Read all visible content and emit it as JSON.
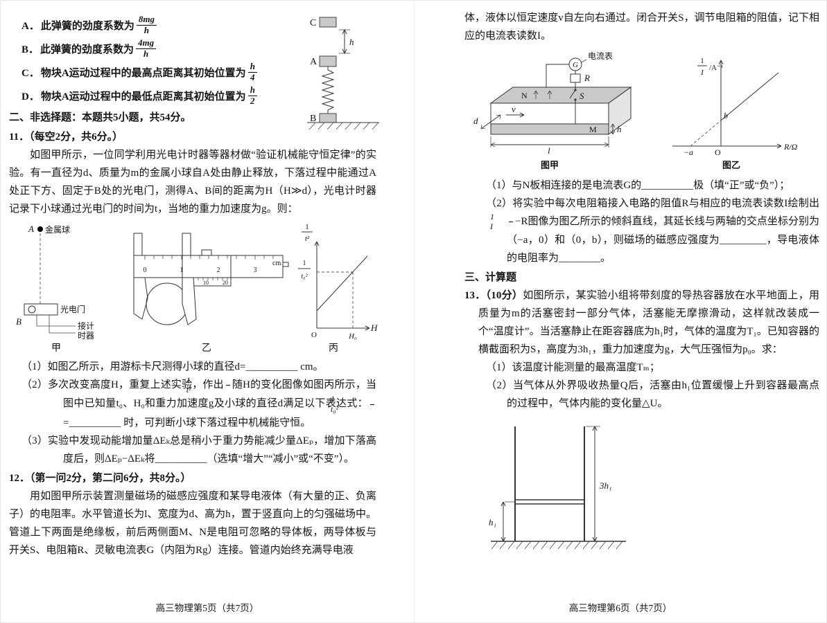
{
  "page_left": {
    "options": [
      {
        "label": "A．",
        "text": "此弹簧的劲度系数为",
        "num": "8mg",
        "den": "h"
      },
      {
        "label": "B．",
        "text": "此弹簧的劲度系数为",
        "num": "4mg",
        "den": "h"
      },
      {
        "label": "C．",
        "text": "物块A运动过程中的最高点距离其初始位置为",
        "num": "h",
        "den": "4"
      },
      {
        "label": "D．",
        "text": "物块A运动过程中的最低点距离其初始位置为",
        "num": "h",
        "den": "2"
      }
    ],
    "spring_figure": {
      "block_c": "C",
      "dim_h": "h",
      "block_a": "A",
      "block_b": "B"
    },
    "section2_heading": "二、非选择题：本题共5小题，共54分。",
    "q11": {
      "heading": "11．（每空2分，共6分。）",
      "intro": "如图甲所示，一位同学利用光电计时器等器材做“验证机械能守恒定律”的实验。有一直径为d、质量为m的金属小球自A处由静止释放，下落过程中能通过A处正下方、固定于B处的光电门，测得A、B间的距离为H（H≫d），光电计时器记录下小球通过光电门的时间为t，当地的重力加速度为g。则：",
      "figure": {
        "label_a": "A",
        "metal_ball": "金属球",
        "photogate": "光电门",
        "to_timer_line1": "接计",
        "to_timer_line2": "时器",
        "label_b": "B",
        "caption": "甲"
      },
      "caliper": {
        "ticks": [
          "0",
          "1",
          "2",
          "3"
        ],
        "unit": "cm",
        "vernier": [
          "0",
          "10",
          "20"
        ],
        "caption": "乙"
      },
      "graph": {
        "y_num": "1",
        "y_den": "t²",
        "ytick_num": "1",
        "ytick_den": "t₀²",
        "origin": "O",
        "xtick": "H₀",
        "x_label": "H",
        "caption": "丙"
      },
      "part1": "（1）如图乙所示，用游标卡尺测得小球的直径d=__________ cm。",
      "part2_a": "（2）多次改变高度H，重复上述实验，作出",
      "frac_t": {
        "num": "1",
        "den": "t²"
      },
      "part2_b": "随H的变化图像如图丙所示，当图中已知量t₀、H₀和重力加速度g及小球的直径d满足以下表达式：",
      "frac_t0": {
        "num": "1",
        "den": "t₀²"
      },
      "part2_c": "=__________ 时，可判断小球下落过程中机械能守恒。",
      "part3": "（3）实验中发现动能增加量ΔEₖ总是稍小于重力势能减少量ΔEₚ，增加下落高度后，则ΔEₚ−ΔEₖ将__________（选填“增大”“减小”或“不变”）。"
    },
    "q12": {
      "heading": "12．（第一问2分，第二问6分，共8分。）",
      "intro": "用如图甲所示装置测量磁场的磁感应强度和某导电液体（有大量的正、负离子）的电阻率。水平管道长为l、宽度为d、高为h，置于竖直向上的匀强磁场中。管道上下两面是绝缘板，前后两侧面M、N是电阻可忽略的导体板，两导体板与开关S、电阻箱R、灵敏电流表G（内阻为Rg）连接。管道内始终充满导电液"
    },
    "footer": "高三物理第5页（共7页）"
  },
  "page_right": {
    "q12cont": {
      "intro": "体，液体以恒定速度v自左向右通过。闭合开关S，调节电阻箱的阻值，记下相应的电流表读数I。",
      "fig_jia": {
        "ammeter": "电流表",
        "g": "G",
        "r": "R",
        "s": "S",
        "n": "N",
        "m": "M",
        "v": "v",
        "d": "d",
        "h": "h",
        "l": "l",
        "caption": "图甲"
      },
      "fig_yi": {
        "y_num": "1",
        "y_den": "I",
        "y_unit": "/A⁻¹",
        "b": "b",
        "neg_a": "−a",
        "origin": "O",
        "x_label": "R/Ω",
        "caption": "图乙"
      },
      "part1": "（1）与N板相连接的是电流表G的__________极（填“正”或“负”）；",
      "part2_a": "（2）将实验中每次电阻箱接入电路的阻值R与相应的电流表读数I绘制出",
      "frac_i": {
        "num": "1",
        "den": "I"
      },
      "part2_b": "−R图像为图乙所示的倾斜直线，其延长线与两轴的交点坐标分别为（−a，0）和（0，b），则磁场的磁感应强度为_________，导电液体的电阻率为________。"
    },
    "section3_heading": "三、计算题",
    "q13": {
      "num_bold": "13．（10分）",
      "intro": "如图所示，某实验小组将带刻度的导热容器放在水平地面上，用质量为m的活塞密封一部分气体，活塞能无摩擦滑动，这样就改装成一个“温度计”。当活塞静止在距容器底为h₁时，气体的温度为T₁。已知容器的横截面积为S，高度为3h₁，重力加速度为g，大气压强恒为p₀。求：",
      "part1": "（1）该温度计能测量的最高温度Tₘ；",
      "part2": "（2）当气体从外界吸收热量Q后，活塞由h₁位置缓慢上升到容器最高点的过程中，气体内能的变化量△U。",
      "figure": {
        "dim_total": "3h₁",
        "dim_bottom": "h₁"
      }
    },
    "footer": "高三物理第6页（共7页）"
  }
}
